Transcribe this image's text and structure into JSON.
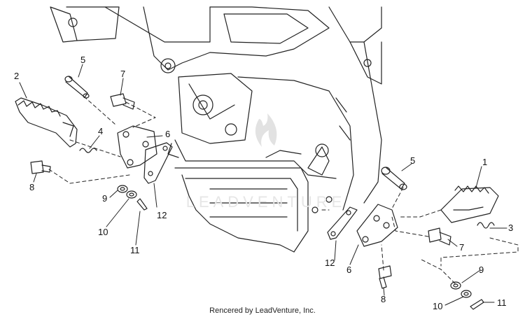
{
  "diagram": {
    "callouts": {
      "c1": "1",
      "c2": "2",
      "c3": "3",
      "c4": "4",
      "c5_left": "5",
      "c5_right": "5",
      "c6_left": "6",
      "c6_right": "6",
      "c7_left": "7",
      "c7_right": "7",
      "c8_left": "8",
      "c8_right": "8",
      "c9_left": "9",
      "c9_right": "9",
      "c10_left": "10",
      "c10_right": "10",
      "c11_left": "11",
      "c11_right": "11",
      "c12_left": "12",
      "c12_right": "12"
    },
    "watermark": "LEADVENTURE",
    "footer": "Rencered by LeadVenture, Inc."
  }
}
